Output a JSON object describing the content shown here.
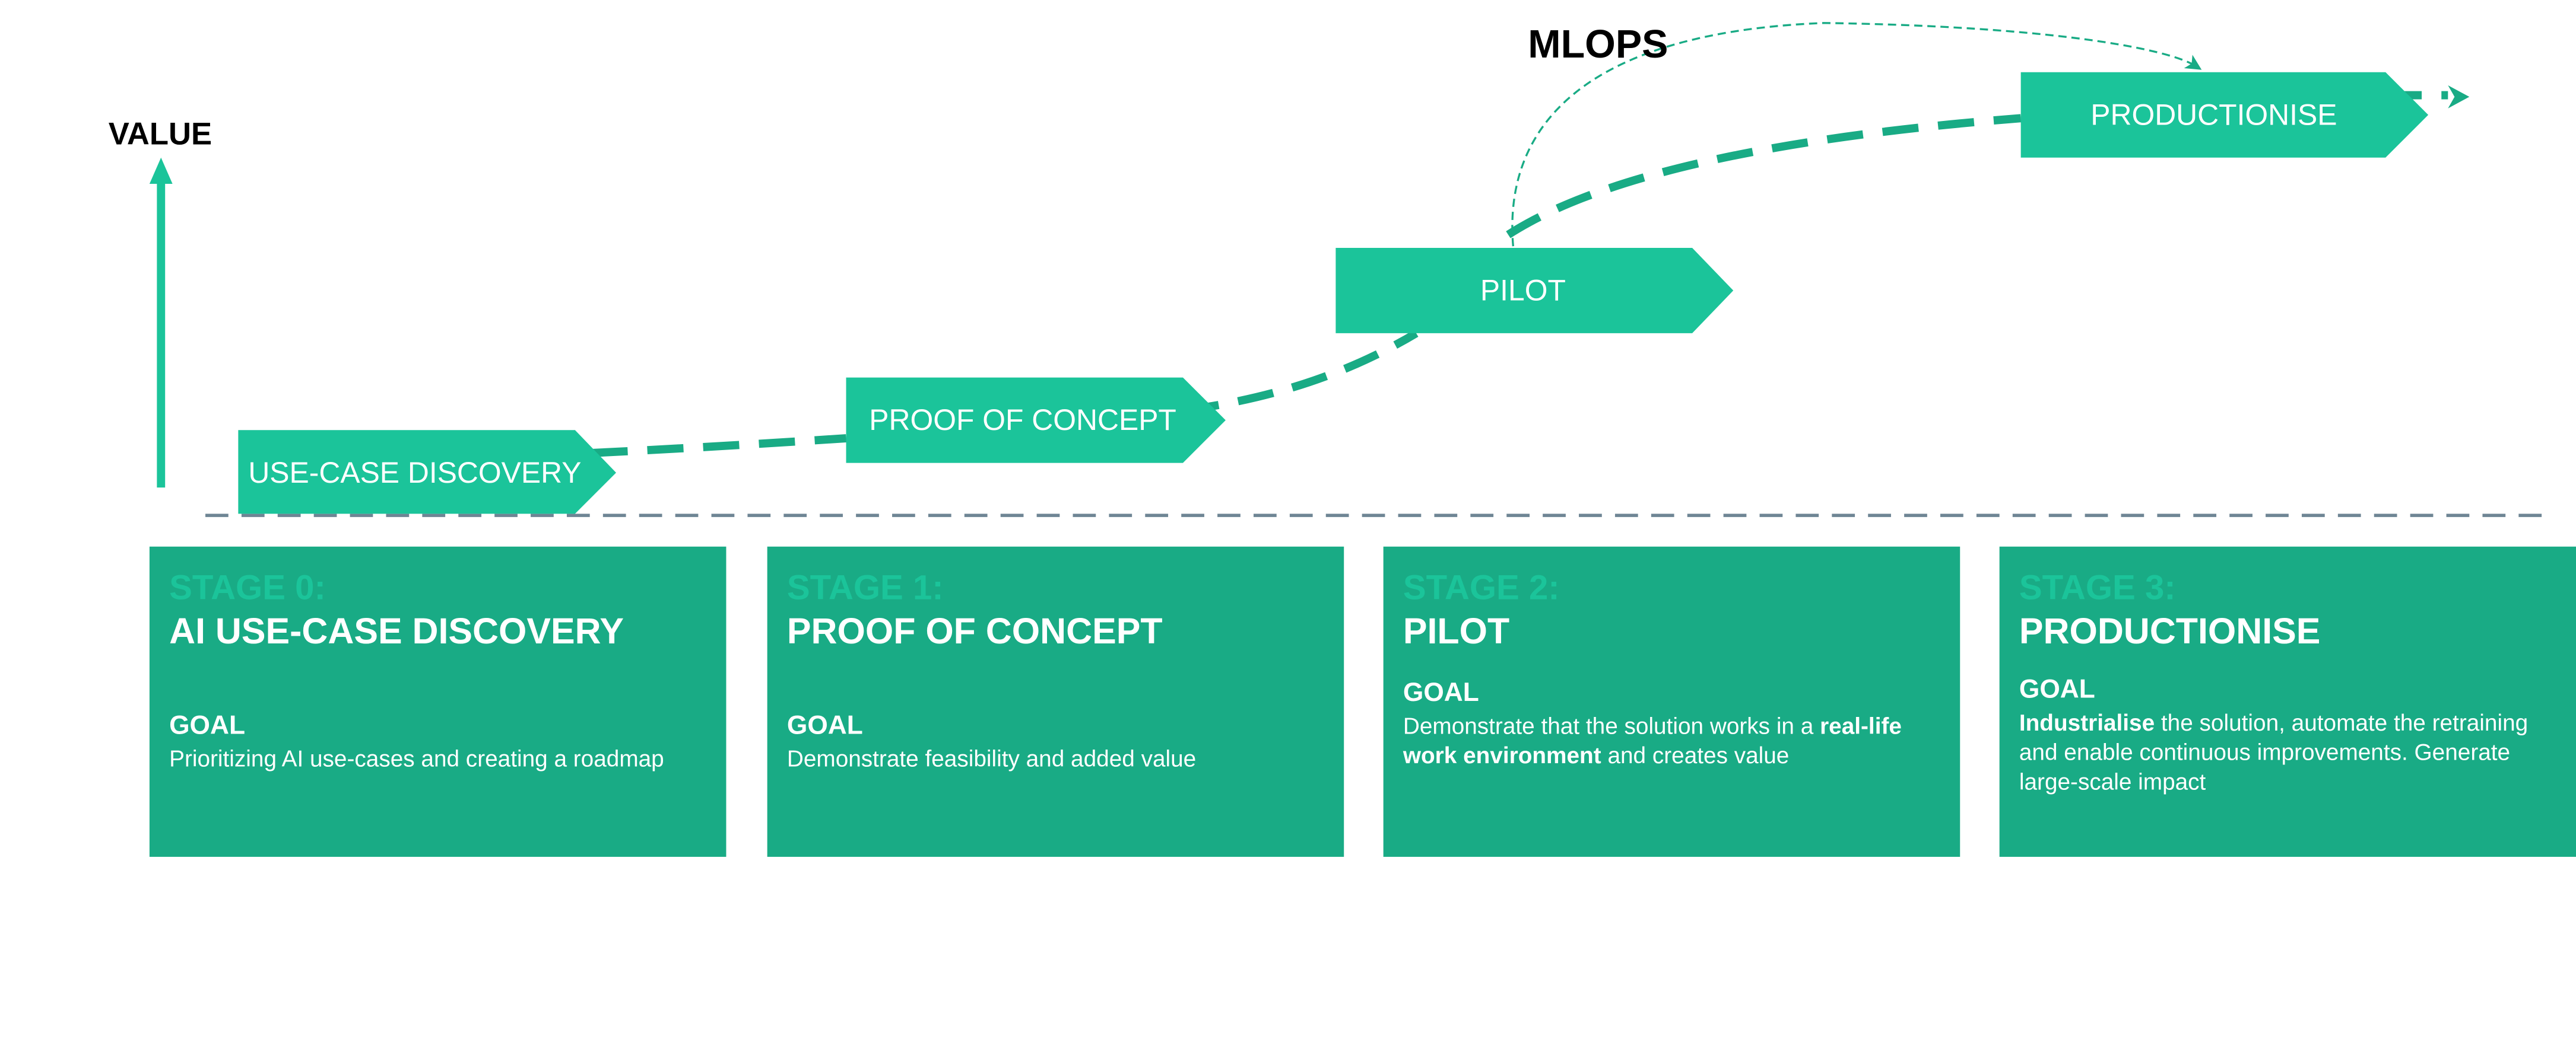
{
  "axis_label": "VALUE",
  "mlops_label": "MLOPS",
  "colors": {
    "chevron": "#1bc49a",
    "box": "#19ab85",
    "stage_label": "#1bc49a",
    "baseline": "#6e8594"
  },
  "steps": [
    {
      "label": "USE-CASE DISCOVERY"
    },
    {
      "label": "PROOF OF CONCEPT"
    },
    {
      "label": "PILOT"
    },
    {
      "label": "PRODUCTIONISE"
    }
  ],
  "stages": [
    {
      "stage": "STAGE 0:",
      "title": "AI USE-CASE DISCOVERY",
      "goal_label": "GOAL",
      "goal": "Prioritizing AI use-cases and creating a roadmap"
    },
    {
      "stage": "STAGE 1:",
      "title": "PROOF OF CONCEPT",
      "goal_label": "GOAL",
      "goal": "Demonstrate feasibility and added value"
    },
    {
      "stage": "STAGE 2:",
      "title": "PILOT",
      "goal_label": "GOAL",
      "goal_pre": "Demonstrate that the solution works in a ",
      "goal_bold": "real-life work environment",
      "goal_post": " and creates value"
    },
    {
      "stage": "STAGE 3:",
      "title": "PRODUCTIONISE",
      "goal_label": "GOAL",
      "goal_bold": "Industrialise",
      "goal_post": " the solution, automate the retraining and enable continuous improvements. Generate large-scale impact"
    }
  ]
}
